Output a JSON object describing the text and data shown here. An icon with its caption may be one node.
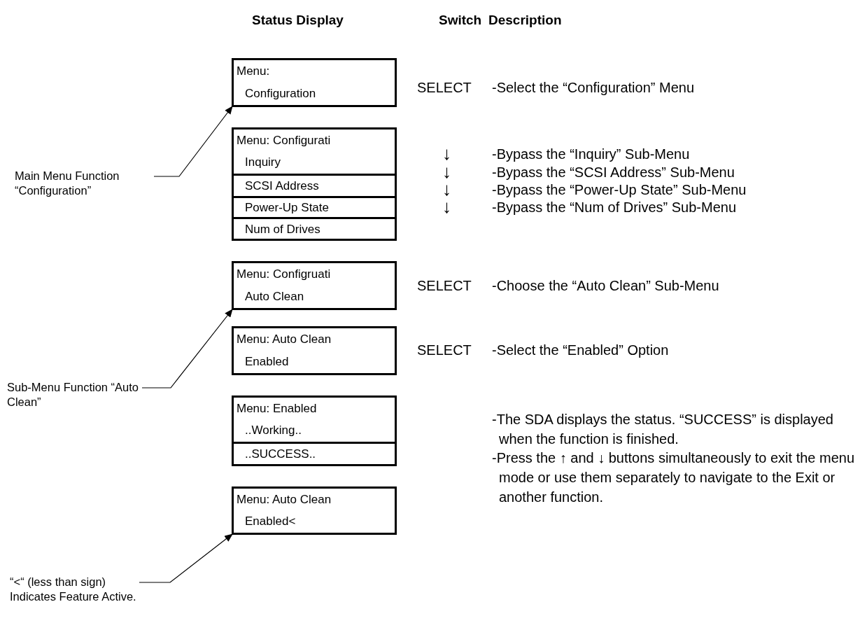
{
  "diagram": {
    "nodes": [
      {
        "text": [
          "Menu:",
          "Configuration"
        ]
      },
      {
        "text": [
          "Menu: Configurati",
          "Inquiry",
          "SCSI Address",
          "Power-Up State",
          "Num of Drives"
        ]
      },
      {
        "text": [
          "Menu: Configruati",
          "Auto Clean"
        ]
      },
      {
        "text": [
          "Menu: Auto Clean",
          "Enabled"
        ]
      },
      {
        "text": [
          "Menu: Enabled",
          "..Working..",
          "..SUCCESS.."
        ]
      },
      {
        "text": [
          "Menu: Auto Clean",
          "Enabled<"
        ]
      },
      {
        "text": [
          "Main Menu Function “Configuration”"
        ]
      },
      {
        "text": [
          "Sub-Menu Function “Auto Clean”"
        ]
      },
      {
        "text": [
          "“<“ (less than sign) Indicates Feature Active."
        ]
      }
    ],
    "edges": [
      {
        "from": 6,
        "to": 0,
        "arrow": "to"
      },
      {
        "from": 7,
        "to": 2,
        "arrow": "to"
      },
      {
        "from": 8,
        "to": 5,
        "arrow": "to"
      }
    ],
    "labels": [
      "Status Display",
      "Switch",
      "Description",
      "SELECT",
      "-Select the “Configuration” Menu",
      "↓",
      "-Bypass the “Inquiry” Sub-Menu",
      "↓",
      "-Bypass the “SCSI Address” Sub-Menu",
      "↓",
      "-Bypass the “Power-Up State” Sub-Menu",
      "↓",
      "-Bypass the “Num of Drives” Sub-Menu",
      "SELECT",
      "-Choose the “Auto Clean” Sub-Menu",
      "SELECT",
      "-Select the “Enabled” Option",
      "-The SDA displays the status. “SUCCESS” is displayed when the function is finished.",
      "-Press the ↑ and ↓ buttons simultaneously to exit the menu mode or use them separately to navigate to the Exit or another function."
    ]
  }
}
